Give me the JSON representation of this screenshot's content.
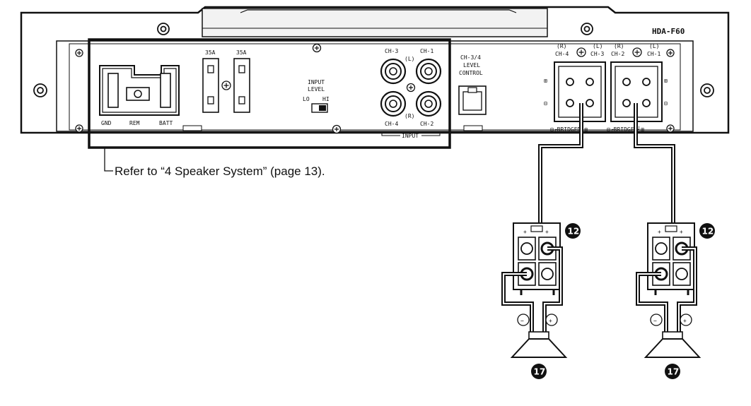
{
  "model": "HDA-F60",
  "power_terminal": {
    "gnd": "GND",
    "rem": "REM",
    "batt": "BATT"
  },
  "fuses": [
    "35A",
    "35A"
  ],
  "input_level_switch": {
    "title_line1": "INPUT",
    "title_line2": "LEVEL",
    "lo": "LO",
    "hi": "HI"
  },
  "rca_inputs": {
    "ch3": "CH-3",
    "ch1": "CH-1",
    "ch4": "CH-4",
    "ch2": "CH-2",
    "left": "(L)",
    "right": "(R)",
    "group_label": "INPUT"
  },
  "level_control": {
    "line1": "CH-3/4",
    "line2": "LEVEL",
    "line3": "CONTROL"
  },
  "speaker_out_34": {
    "right_tag": "(R)",
    "right_ch": "CH-4",
    "left_tag": "(L)",
    "left_ch": "CH-3",
    "plus": "⊞",
    "minus": "⊟",
    "bridged": "⊟┌BRIDGED┘⊞"
  },
  "speaker_out_12": {
    "right_tag": "(R)",
    "right_ch": "CH-2",
    "left_tag": "(L)",
    "left_ch": "CH-1",
    "plus": "⊞",
    "minus": "⊟",
    "bridged": "⊟┌BRIDGED┘⊞"
  },
  "reference_note": "Refer to “4 Speaker System” (page 13).",
  "callout_terminal": "12",
  "callout_speaker": "17",
  "polarity": {
    "minus": "−",
    "plus": "+"
  }
}
